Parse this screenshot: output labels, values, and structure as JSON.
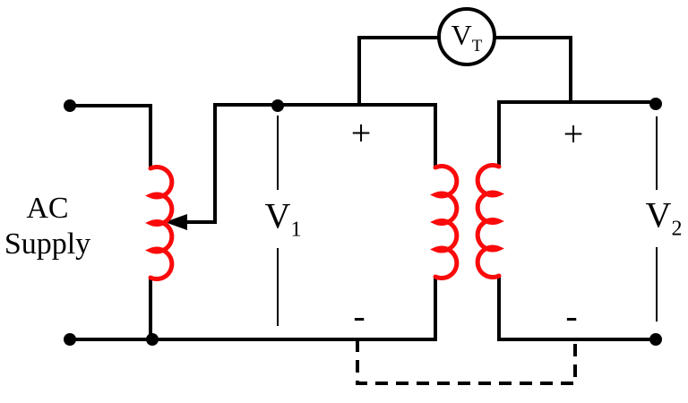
{
  "diagram": {
    "source_label": {
      "line1": "AC",
      "line2": "Supply"
    },
    "meters": {
      "v1": {
        "main": "V",
        "sub": "1"
      },
      "v2": {
        "main": "V",
        "sub": "2"
      },
      "vt": {
        "main": "V",
        "sub": "T"
      }
    },
    "polarity": {
      "primary_plus": "+",
      "primary_minus": "-",
      "secondary_plus": "+",
      "secondary_minus": "-"
    }
  },
  "colors": {
    "wire": "#000000",
    "coil": "#fa0a0a",
    "meter_fill": "#ffffff",
    "background": "#ffffff"
  }
}
